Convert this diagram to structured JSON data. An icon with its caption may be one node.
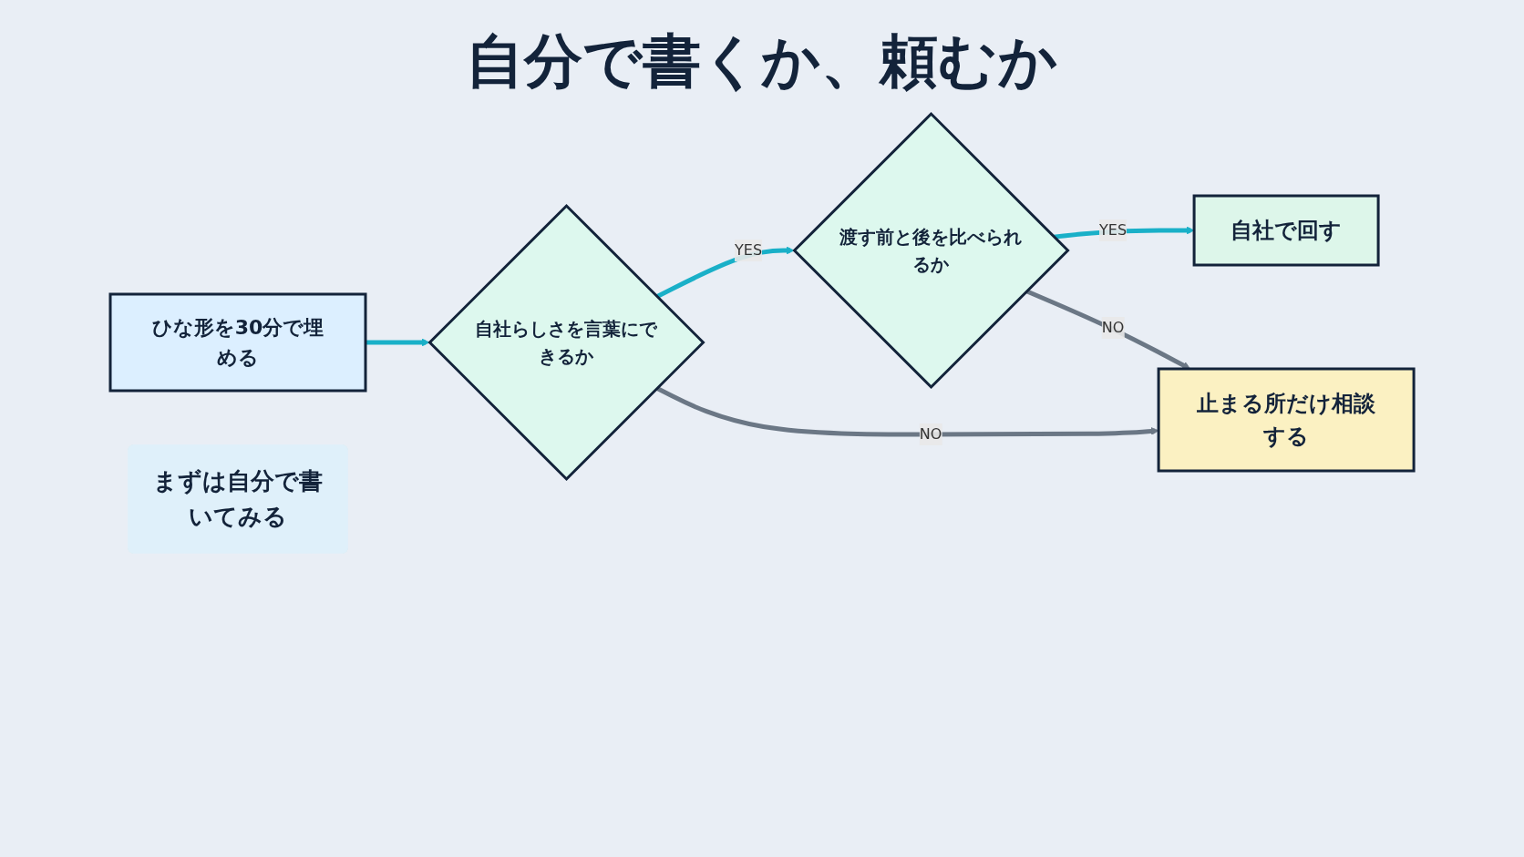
{
  "diagram": {
    "title": "自分で書くか、頼むか",
    "nodes": [
      {
        "text": [
          "ひな形を30分で埋める"
        ]
      },
      {
        "text": [
          "自社らしさを言葉にできるか"
        ]
      },
      {
        "text": [
          "渡す前と後を比べられるか"
        ]
      },
      {
        "text": [
          "自社で回す"
        ]
      },
      {
        "text": [
          "止まる所だけ相談する"
        ]
      },
      {
        "text": [
          "まずは自分で書いてみる"
        ]
      }
    ],
    "edges": [
      {
        "from": 0,
        "to": 1,
        "arrow": "to"
      },
      {
        "from": 1,
        "to": 2,
        "arrow": "to",
        "label": "YES"
      },
      {
        "from": 2,
        "to": 3,
        "arrow": "to",
        "label": "YES"
      },
      {
        "from": 1,
        "to": 4,
        "arrow": "to",
        "label": "NO",
        "color": "#6b7785"
      },
      {
        "from": 2,
        "to": 4,
        "arrow": "to",
        "label": "NO",
        "color": "#6b7785"
      }
    ]
  }
}
